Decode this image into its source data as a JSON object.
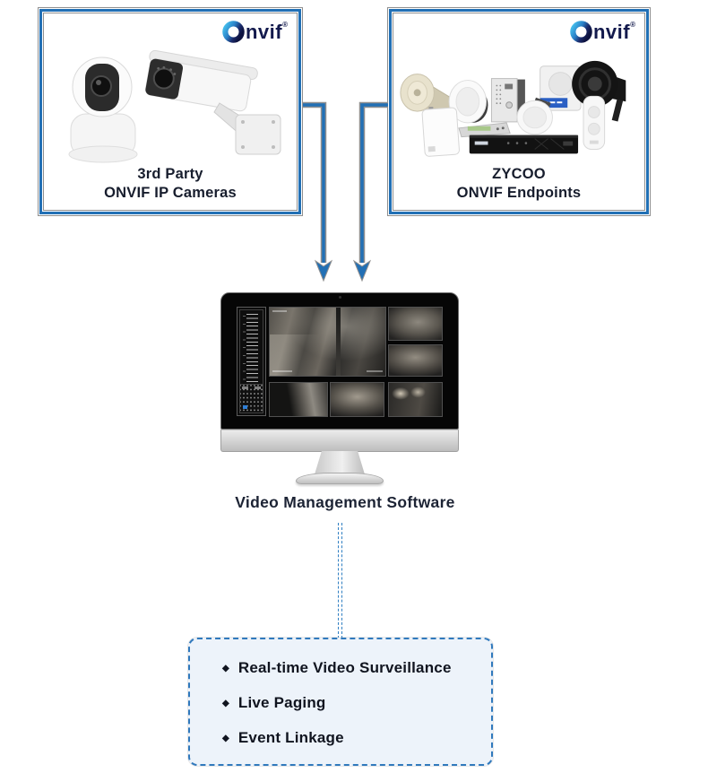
{
  "left_box": {
    "label_line1": "3rd Party",
    "label_line2": "ONVIF IP Cameras"
  },
  "right_box": {
    "label_line1": "ZYCOO",
    "label_line2": "ONVIF Endpoints"
  },
  "onvif_logo": {
    "wordmark": "nvif",
    "registered": "®"
  },
  "monitor": {
    "label": "Video Management Software"
  },
  "features": {
    "bullet": "◆",
    "items": [
      "Real-time Video Surveillance",
      "Live Paging",
      "Event Linkage"
    ]
  },
  "colors": {
    "accent_blue": "#2270b5",
    "frame_gray": "#8f8f8f",
    "dashed_blue": "#2e7ec2",
    "label_navy": "#171d2d",
    "logo_navy": "#131a4d",
    "logo_light_blue": "#45c2ee",
    "features_background": "#edf3fa"
  }
}
